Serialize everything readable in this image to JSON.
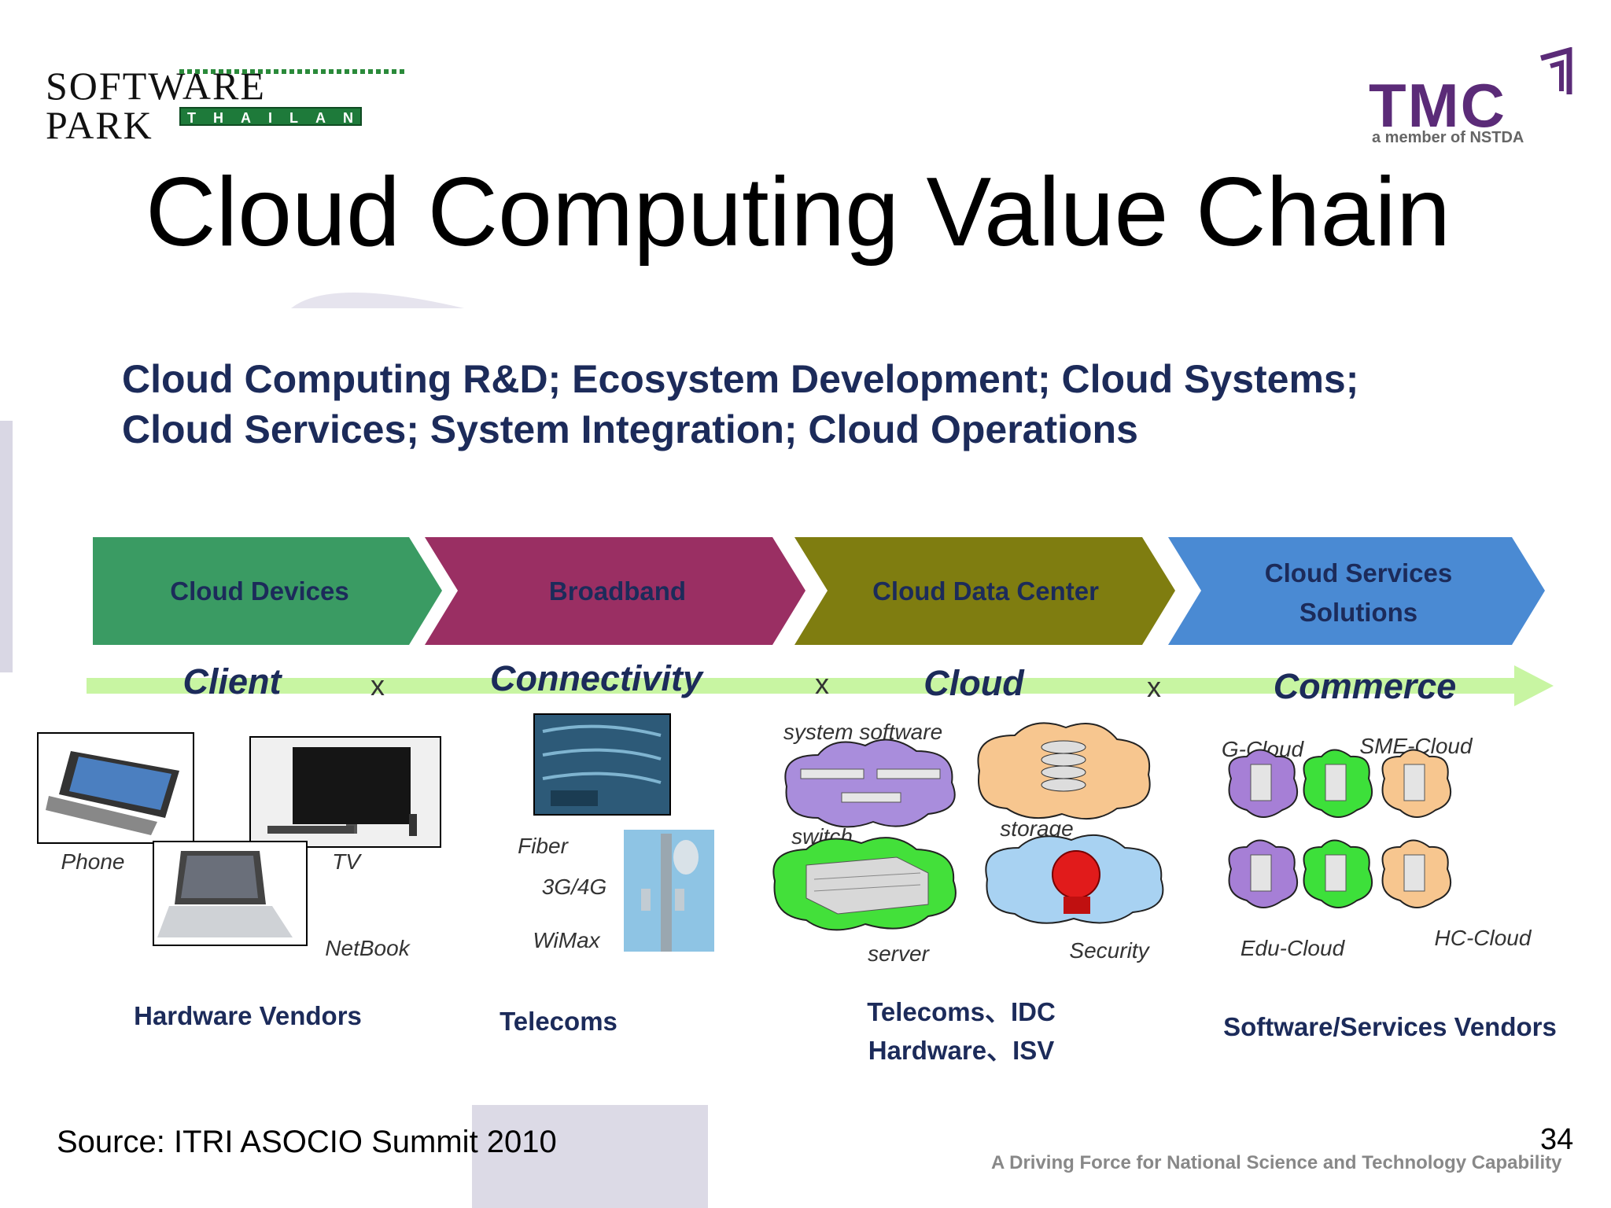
{
  "logos": {
    "software_park_top": "SOFTWARE PARK",
    "software_park_sub": "THAILAND",
    "tmc": "TMC",
    "tmc_sub": "a member of NSTDA"
  },
  "title": "Cloud Computing Value Chain",
  "subhead": {
    "line1": "Cloud Computing R&D; Ecosystem Development; Cloud Systems;",
    "line2": "Cloud Services; System Integration; Cloud Operations"
  },
  "stages": [
    {
      "label": "Cloud Devices",
      "color": "#3a9b63"
    },
    {
      "label": "Broadband",
      "color": "#9a2f63"
    },
    {
      "label": "Cloud Data Center",
      "color": "#7f7d10"
    },
    {
      "label_line1": "Cloud Services",
      "label_line2": "Solutions",
      "color": "#4a8ad3"
    }
  ],
  "chain": {
    "items": [
      "Client",
      "Connectivity",
      "Cloud",
      "Commerce"
    ],
    "times": "x",
    "arrow_color": "#c8f5a2"
  },
  "devices": {
    "phone": "Phone",
    "tv": "TV",
    "netbook": "NetBook"
  },
  "broadband": {
    "fiber": "Fiber",
    "g34": "3G/4G",
    "wimax": "WiMax"
  },
  "datacenter": {
    "system_software": "system software",
    "storage": "storage",
    "switch": "switch",
    "server": "server",
    "security": "Security"
  },
  "services": {
    "gcloud": "G-Cloud",
    "smecloud": "SME-Cloud",
    "educloud": "Edu-Cloud",
    "hccloud": "HC-Cloud"
  },
  "vendors": {
    "hardware": "Hardware Vendors",
    "telecoms": "Telecoms",
    "dc_line1": "Telecoms、IDC",
    "dc_line2": "Hardware、ISV",
    "software": "Software/Services Vendors"
  },
  "footer": {
    "source": "Source: ITRI ASOCIO Summit 2010",
    "page": "34",
    "tagline": "A Driving Force for National Science and Technology Capability"
  }
}
